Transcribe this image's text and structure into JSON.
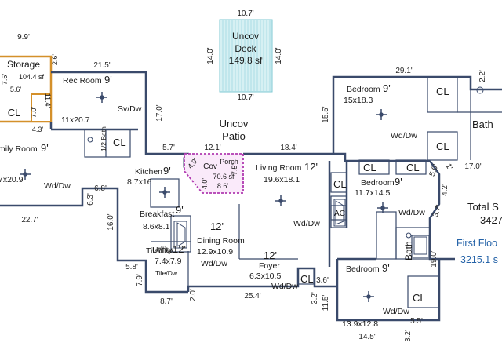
{
  "deck": {
    "dim_top": "10.7'",
    "dim_bottom": "10.7'",
    "dim_left": "14.0'",
    "dim_right": "14.0'",
    "label1": "Uncov",
    "label2": "Deck",
    "area": "149.8 sf"
  },
  "storage": {
    "dim_top": "9.9'",
    "dim_right": "2.6'",
    "label": "Storage",
    "area": "104.4 sf",
    "dim_left": "7.5'",
    "dim_inner": "5.6'",
    "dim_v1": "7.0'",
    "dim_v2": "11.4'",
    "dim_bottom": "4.3'"
  },
  "rooms": {
    "cl_storage": "CL",
    "rec_room": "Rec Room",
    "rec_height": "9'",
    "rec_size": "11x20.7",
    "rec_note": "Sv/Dw",
    "half_bath": "1/2 Bath",
    "cl_half": "CL",
    "family_room": "mily Room",
    "family_height": "9'",
    "family_size": "7x20.9",
    "family_note": "Wd/Dw",
    "uncov_patio_1": "Uncov",
    "uncov_patio_2": "Patio",
    "kitchen": "Kitchen",
    "kitchen_height": "9'",
    "kitchen_size": "8.7x16",
    "breakfast": "Breakfast",
    "breakfast_height": "9'",
    "breakfast_size": "8.6x8.1",
    "breakfast_note": "Tile/Dw",
    "dining": "Dining Room",
    "dining_height": "12'",
    "dining_size": "12.9x10.9",
    "utility": "Utility",
    "utility_height": "12'",
    "utility_size": "7.4x7.9",
    "utility_note": "Tile/Dw",
    "utility_floor": "Wd/Dw",
    "cov_porch": "Cov",
    "porch": "Porch",
    "porch_area": "70.6 sf",
    "porch_dim_top": "12.1'",
    "porch_dim_left1": "4.9'",
    "porch_dim_left2": "4.0'",
    "porch_dim_right": "7.5'",
    "porch_dim_bottom": "8.6'",
    "living": "Living Room",
    "living_height": "12'",
    "living_size": "19.6x18.1",
    "living_note": "Wd/Dw",
    "foyer": "Foyer",
    "foyer_height": "12'",
    "foyer_size": "6.3x10.5",
    "foyer_note": "Wd/Dw",
    "cl_foyer": "CL",
    "bedroom1": "Bedroom",
    "bedroom1_height": "9'",
    "bedroom1_size": "15x18.3",
    "bedroom1_note": "Wd/Dw",
    "cl_bed1a": "CL",
    "cl_bed1b": "CL",
    "bath1": "Bath",
    "bedroom2": "Bedroom",
    "bedroom2_height": "9'",
    "bedroom2_size": "11.7x14.5",
    "bedroom2_note": "Wd/Dw",
    "cl_b2a": "CL",
    "cl_b2b": "CL",
    "cl_b2c": "CL",
    "ac": "AC",
    "bath2": "Bath",
    "bedroom3": "Bedroom",
    "bedroom3_height": "9'",
    "bedroom3_size": "13.9x12.8",
    "bedroom3_note": "Wd/Dw",
    "cl_bed3": "CL"
  },
  "dims": {
    "d21_5": "21.5'",
    "d17_0a": "17.0'",
    "d5_7": "5.7'",
    "d18_4": "18.4'",
    "d15_5": "15.5'",
    "d29_1": "29.1'",
    "d2_2": "2.2'",
    "d17_0b": "17.0'",
    "d5_0": "5.0'",
    "d4_2": "4.2'",
    "d3_7": "3.7'",
    "d1": "1'",
    "d6_8": "6.8'",
    "d6_3": "6.3'",
    "d16_0": "16.0'",
    "d22_7": "22.7'",
    "d5_8": "5.8'",
    "d7_9": "7.9'",
    "d8_7": "8.7'",
    "d2_0": "2.0'",
    "d25_4": "25.4'",
    "d3_6": "3.6'",
    "d3_2a": "3.2'",
    "d11_5": "11.5'",
    "d19_0": "19.0'",
    "d5_5": "5.5'",
    "d3_2b": "3.2'",
    "d14_5": "14.5'"
  },
  "summary": {
    "total_label": "Total S",
    "total_value": "3427",
    "first_floor": "First Floo",
    "first_value": "3215.1 s"
  }
}
